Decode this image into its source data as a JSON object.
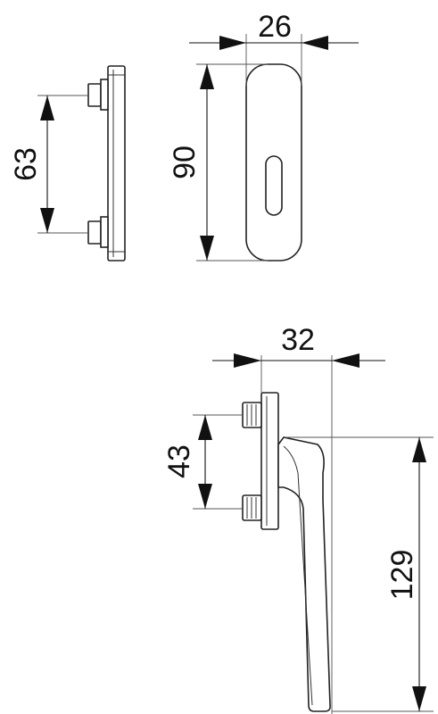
{
  "dimensions": {
    "rosette_width": "26",
    "rosette_height": "90",
    "side_plate_spacing": "63",
    "handle_projection": "32",
    "handle_length": "129",
    "handle_rose_spacing": "43"
  }
}
